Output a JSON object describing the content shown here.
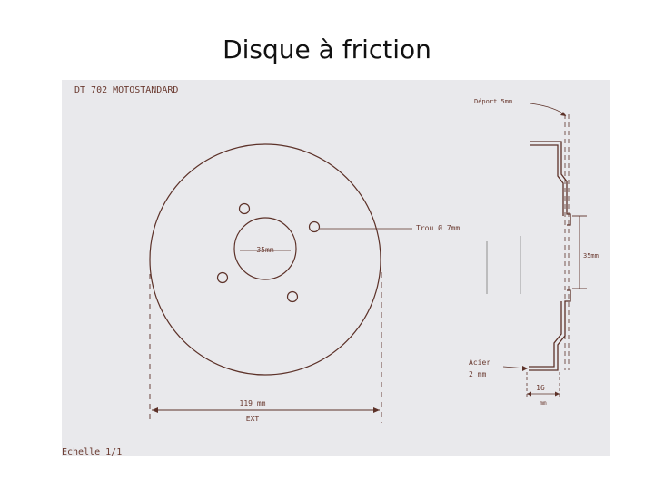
{
  "slide": {
    "title": "Disque à friction"
  },
  "drawing": {
    "model_label": "DT 702  MOTOSTANDARD",
    "scale_label": "Echelle 1/1",
    "inner_diameter": "35mm",
    "hole_note": "Trou Ø 7mm",
    "outer_diameter_value": "119 mm",
    "outer_diameter_suffix": "EXT",
    "offset_label": "Déport 5mm",
    "side_height": "35mm",
    "material_line1": "Acier",
    "material_line2": "2 mm",
    "flange_width": "16",
    "flange_unit": "mm"
  },
  "colors": {
    "ink": "#6a3a30",
    "paper": "#e9e9ec"
  }
}
